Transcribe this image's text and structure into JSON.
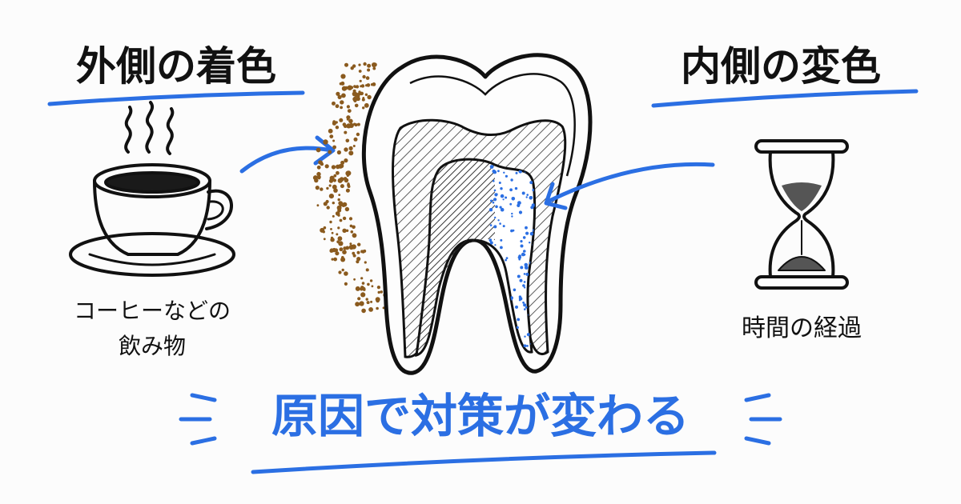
{
  "heading_left": "外側の着色",
  "heading_right": "内側の変色",
  "caption_left": [
    "コーヒーなどの",
    "飲み物"
  ],
  "caption_right": "時間の経過",
  "banner": "原因で対策が変わる",
  "colors": {
    "ink": "#111111",
    "accent_blue": "#2b6fe3",
    "stain_brown": "#8a5a1e"
  },
  "icons": [
    "coffee-cup-icon",
    "hourglass-icon",
    "tooth-cross-section-icon"
  ]
}
